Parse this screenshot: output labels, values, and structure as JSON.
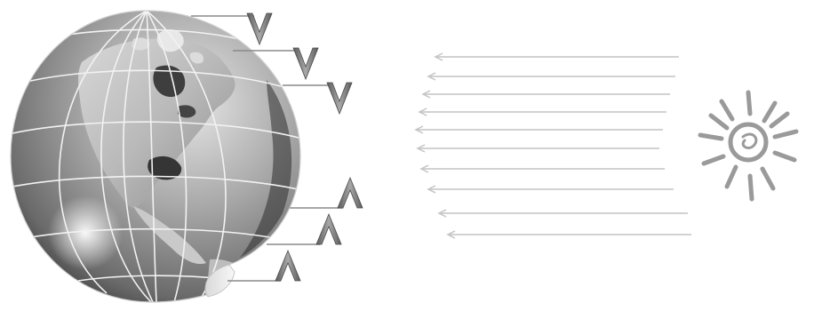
{
  "diagram": {
    "globe": {
      "icon": "earth-globe-icon",
      "ocean_color": "#8a8a8a",
      "land_color": "#5f5f5f",
      "grid_color": "#f2f2f2"
    },
    "sun": {
      "icon": "sun-icon",
      "color": "#9a9a9a"
    },
    "sun_rays": {
      "count": 10,
      "color": "#c4c4c4",
      "direction": "right-to-left"
    },
    "v_markers": {
      "count": 3,
      "orientation": "down",
      "color": "#7a7a7a"
    },
    "inverted_v_markers": {
      "count": 3,
      "orientation": "up",
      "color": "#7a7a7a"
    }
  }
}
